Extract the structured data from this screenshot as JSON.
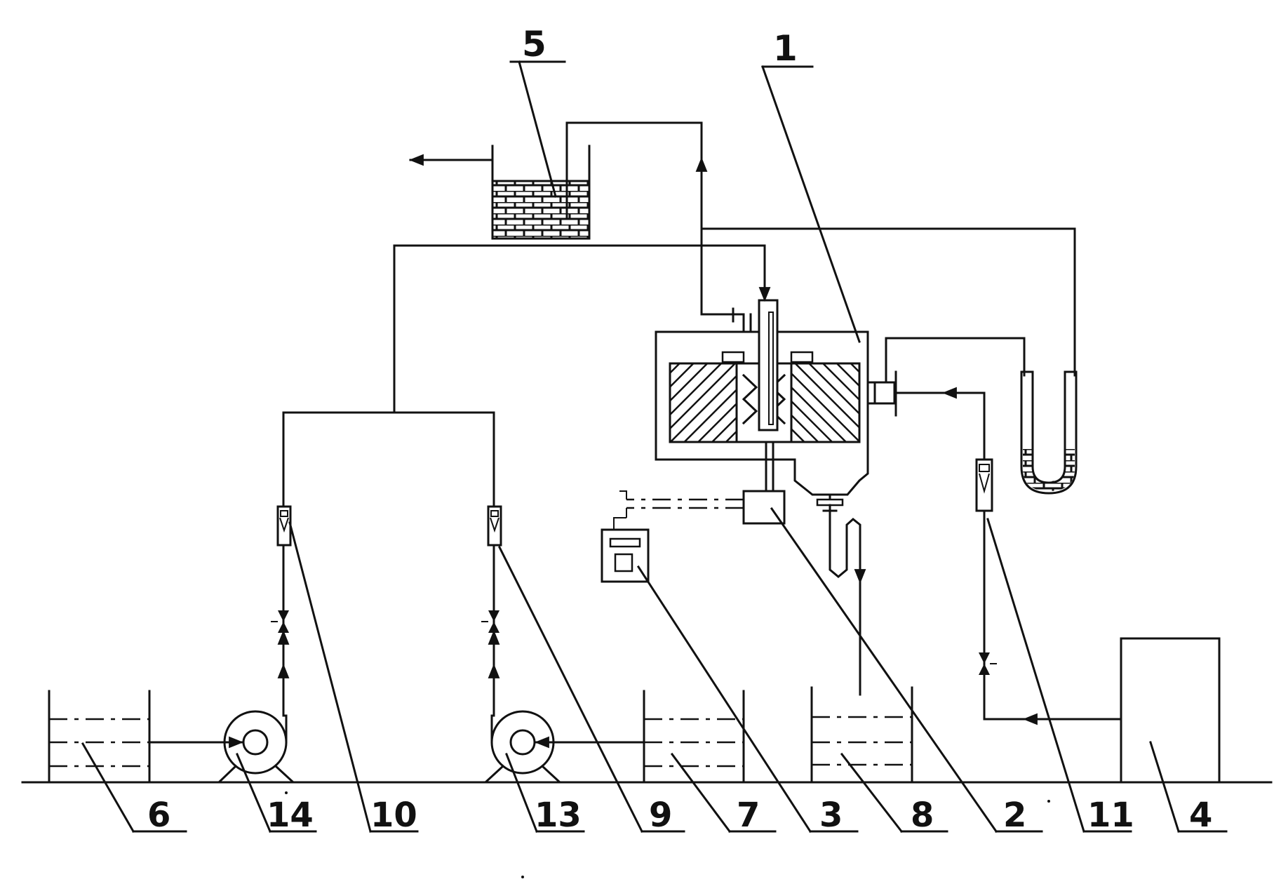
{
  "diagram": {
    "type": "process-schematic",
    "colors": {
      "stroke": "#111111",
      "background": "#ffffff"
    },
    "labels": [
      "1",
      "2",
      "3",
      "4",
      "5",
      "6",
      "7",
      "8",
      "9",
      "10",
      "11",
      "13",
      "14"
    ]
  }
}
